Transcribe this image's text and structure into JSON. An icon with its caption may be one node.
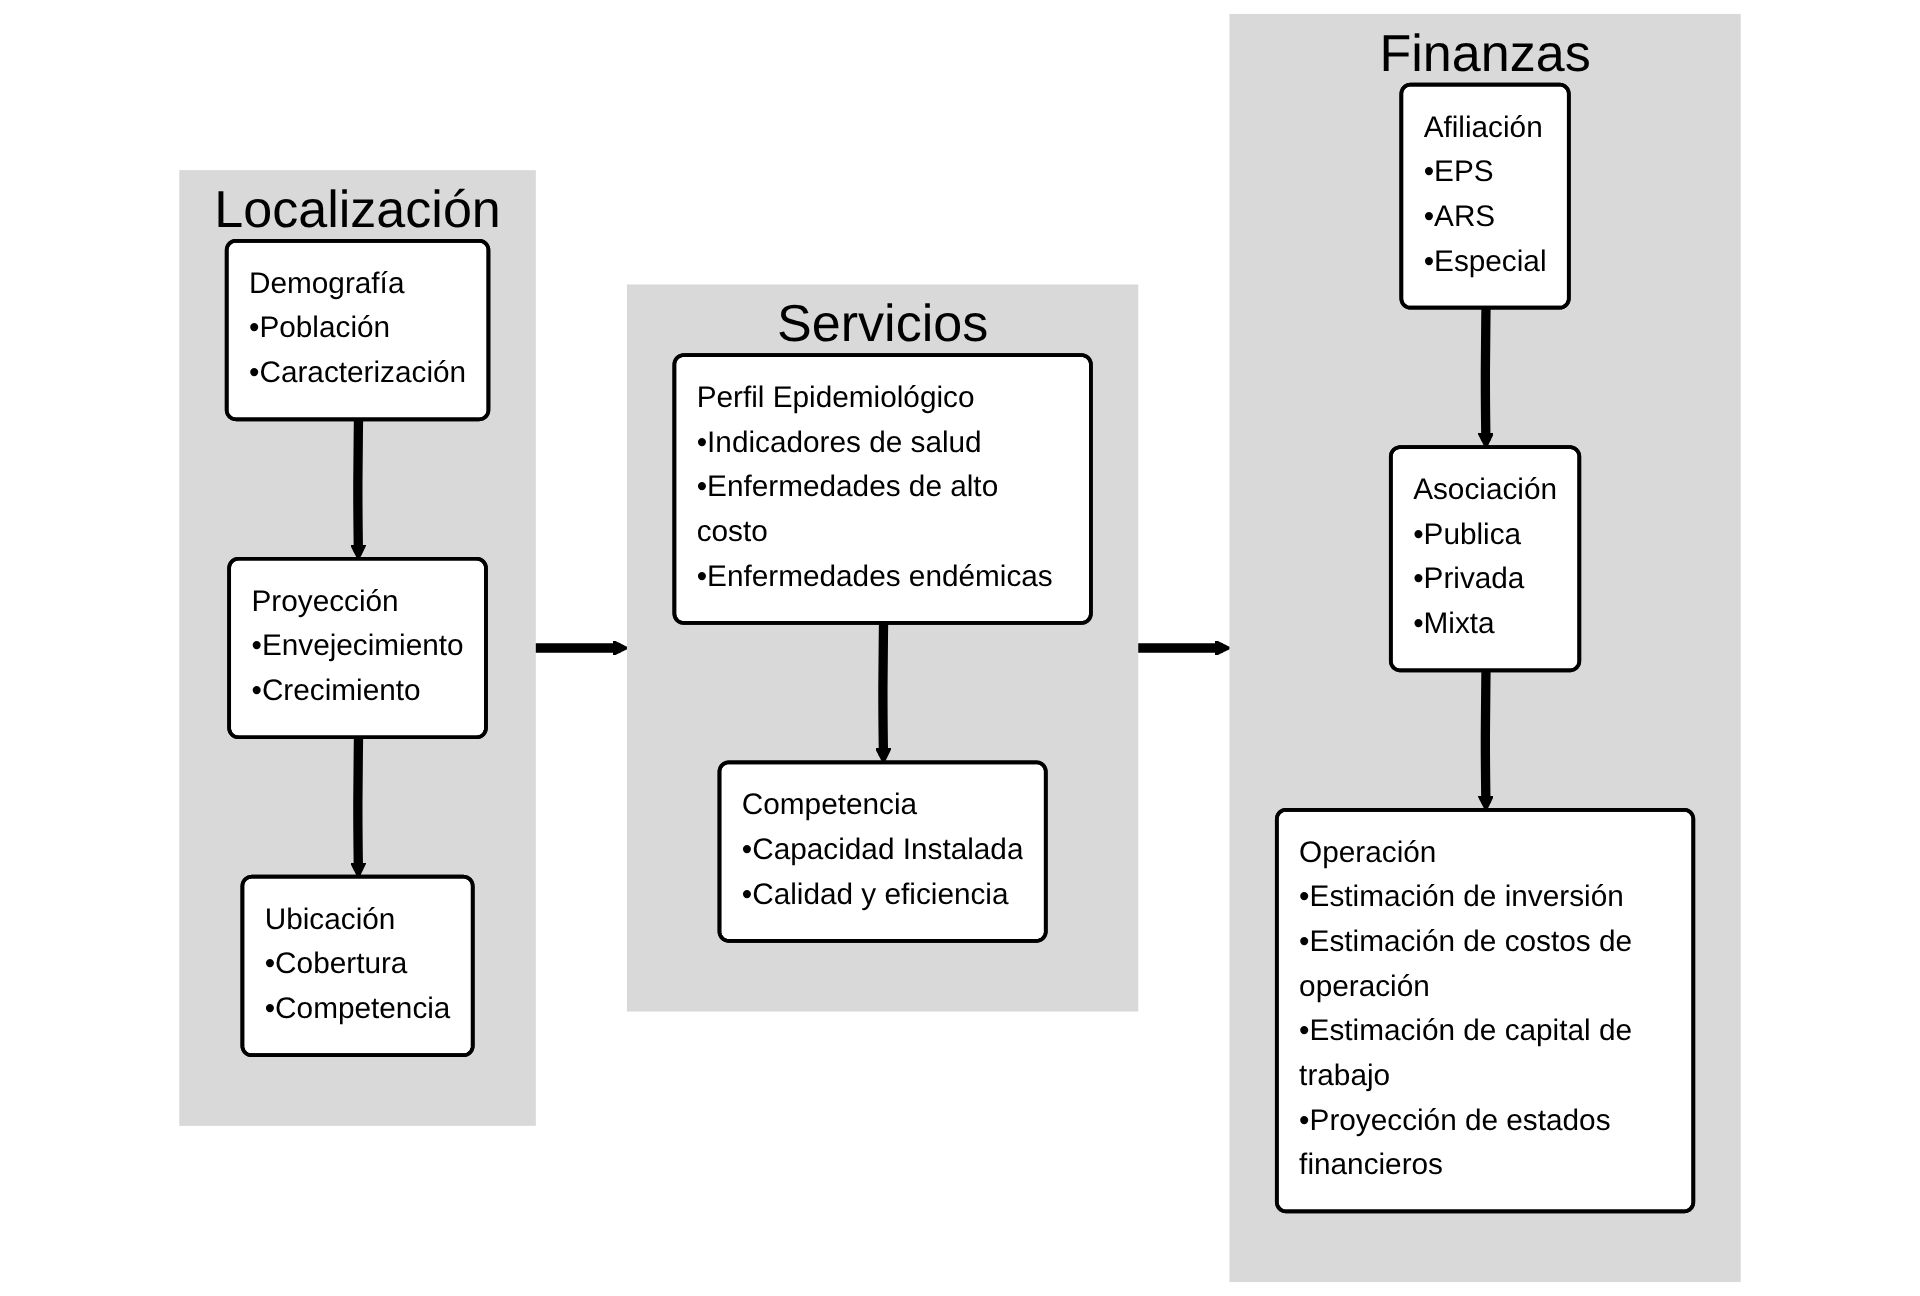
{
  "diagram": {
    "nodes": [
      {
        "text": [
          "Localización"
        ]
      },
      {
        "text": [
          "Demografía",
          "•Población",
          "•Caracterización"
        ],
        "in": 0
      },
      {
        "text": [
          "Proyección",
          "•Envejecimiento",
          "•Crecimiento"
        ],
        "in": 0
      },
      {
        "text": [
          "Ubicación",
          "•Cobertura",
          "•Competencia"
        ],
        "in": 0
      },
      {
        "text": [
          "Servicios"
        ]
      },
      {
        "text": [
          "Perfil Epidemiológico",
          "•Indicadores de salud",
          "•Enfermedades de alto costo",
          "•Enfermedades endémicas"
        ],
        "in": 4
      },
      {
        "text": [
          "Competencia",
          "•Capacidad Instalada",
          "•Calidad y eficiencia"
        ],
        "in": 4
      },
      {
        "text": [
          "Finanzas"
        ]
      },
      {
        "text": [
          "Afiliación",
          "•EPS",
          "•ARS",
          "•Especial"
        ],
        "in": 7
      },
      {
        "text": [
          "Asociación",
          "•Publica",
          "•Privada",
          "•Mixta"
        ],
        "in": 7
      },
      {
        "text": [
          "Operación",
          "•Estimación de inversión",
          "•Estimación de costos de operación",
          "•Estimación de capital de trabajo",
          "•Proyección de estados financieros"
        ],
        "in": 7
      }
    ],
    "edges": [
      {
        "from": 1,
        "to": 2,
        "arrow": "to"
      },
      {
        "from": 2,
        "to": 3,
        "arrow": "to"
      },
      {
        "from": 0,
        "to": 4,
        "arrow": "to"
      },
      {
        "from": 5,
        "to": 6,
        "arrow": "to"
      },
      {
        "from": 4,
        "to": 7,
        "arrow": "to"
      },
      {
        "from": 8,
        "to": 9,
        "arrow": "to"
      },
      {
        "from": 9,
        "to": 10,
        "arrow": "to"
      }
    ]
  }
}
